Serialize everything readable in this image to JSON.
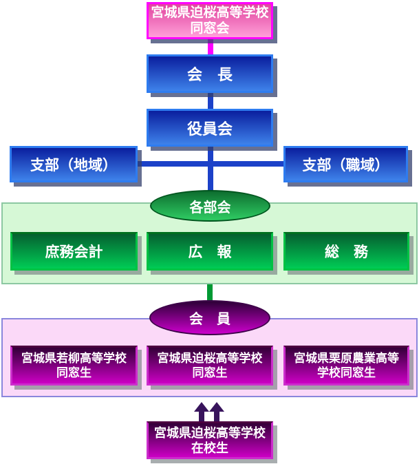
{
  "diagram": {
    "title_box": {
      "line1": "宮城県迫桜高等学校",
      "line2": "同窓会"
    },
    "president_label": "会　長",
    "board_label": "役員会",
    "branch_regional_label": "支部（地域）",
    "branch_occupational_label": "支部（職域）",
    "divisions_ellipse_label": "各部会",
    "divisions": [
      {
        "label": "庶務会計"
      },
      {
        "label": "広　報"
      },
      {
        "label": "総　務"
      }
    ],
    "members_ellipse_label": "会　員",
    "member_groups": [
      {
        "line1": "宮城県若柳高等学校",
        "line2": "同窓生"
      },
      {
        "line1": "宮城県迫桜高等学校",
        "line2": "同窓生"
      },
      {
        "line1": "宮城県栗原農業高等",
        "line2": "学校同窓生"
      }
    ],
    "students_box": {
      "line1": "宮城県迫桜高等学校",
      "line2": "在校生"
    }
  },
  "colors": {
    "title_border": "#ff00ff",
    "blue_box_border": "#2e7cf0",
    "blue_box_gradient_top": "#0a1e9e",
    "blue_box_gradient_bottom": "#3e82ea",
    "pink_box_gradient_top": "#e0449e",
    "pink_box_gradient_bottom": "#ff9fd8",
    "green_box_gradient_top": "#056030",
    "green_box_gradient_bottom": "#00cc55",
    "purple_box_gradient_top": "#330038",
    "purple_box_gradient_bottom": "#cc00c4",
    "blue_connector": "#1c41c8",
    "magenta_connector": "#ff00ff",
    "green_connector": "#009933",
    "green_panel_bg": "#d6f8d6",
    "pink_panel_bg": "#fbd9f8",
    "arrow_color": "#38145c"
  }
}
